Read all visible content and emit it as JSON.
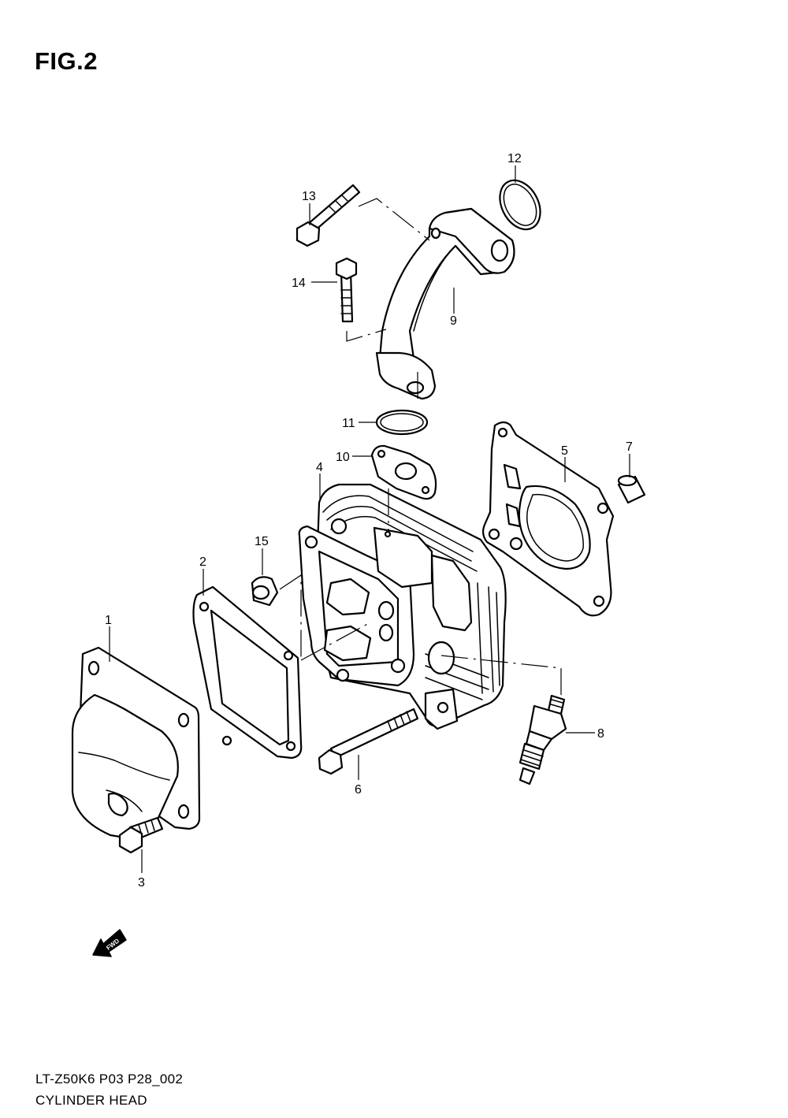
{
  "figure": {
    "title": "FIG.2",
    "diagram_code": "LT-Z50K6 P03 P28_002",
    "caption": "CYLINDER HEAD",
    "fwd_label": "FWD"
  },
  "callouts": [
    "1",
    "2",
    "3",
    "4",
    "5",
    "6",
    "7",
    "8",
    "9",
    "10",
    "11",
    "12",
    "13",
    "14",
    "15"
  ]
}
